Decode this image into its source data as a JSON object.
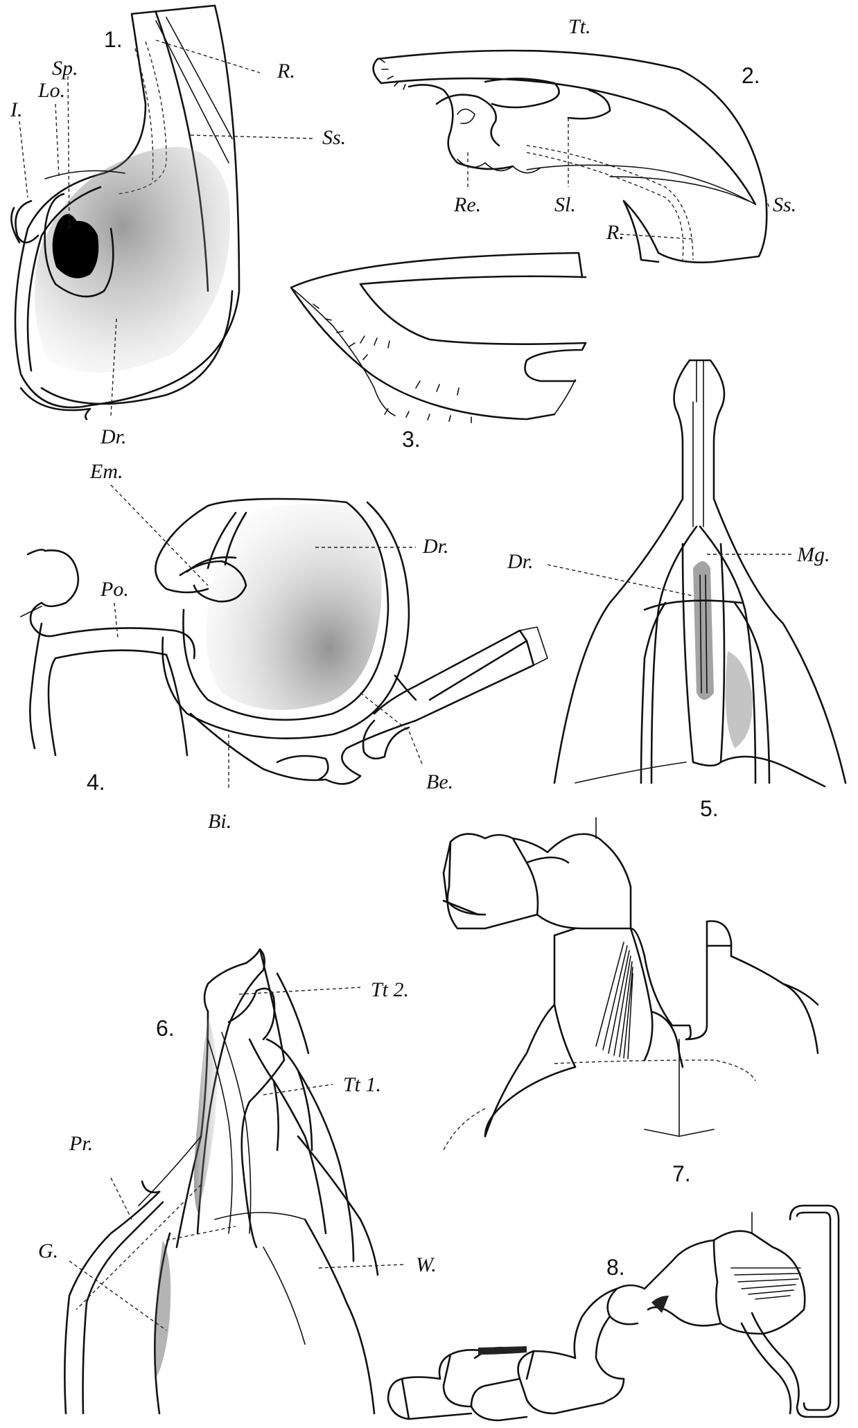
{
  "figures": [
    {
      "number": "1.",
      "labels": [
        "R.",
        "Sp.",
        "Lo.",
        "I.",
        "Ss.",
        "Dr."
      ]
    },
    {
      "number": "2.",
      "labels": [
        "Tt.",
        "Re.",
        "Sl.",
        "Ss.",
        "R."
      ]
    },
    {
      "number": "3.",
      "labels": []
    },
    {
      "number": "4.",
      "labels": [
        "Em.",
        "Dr.",
        "Po.",
        "Be.",
        "Bi."
      ]
    },
    {
      "number": "5.",
      "labels": [
        "Mg.",
        "Dr."
      ]
    },
    {
      "number": "6.",
      "labels": [
        "Tt 2.",
        "Pr.",
        "Tt 1.",
        "G.",
        "W."
      ]
    },
    {
      "number": "7.",
      "labels": []
    },
    {
      "number": "8.",
      "labels": []
    }
  ],
  "colors": {
    "ink": "#111111",
    "background": "#ffffff",
    "stipple": "#7a7a7a"
  }
}
